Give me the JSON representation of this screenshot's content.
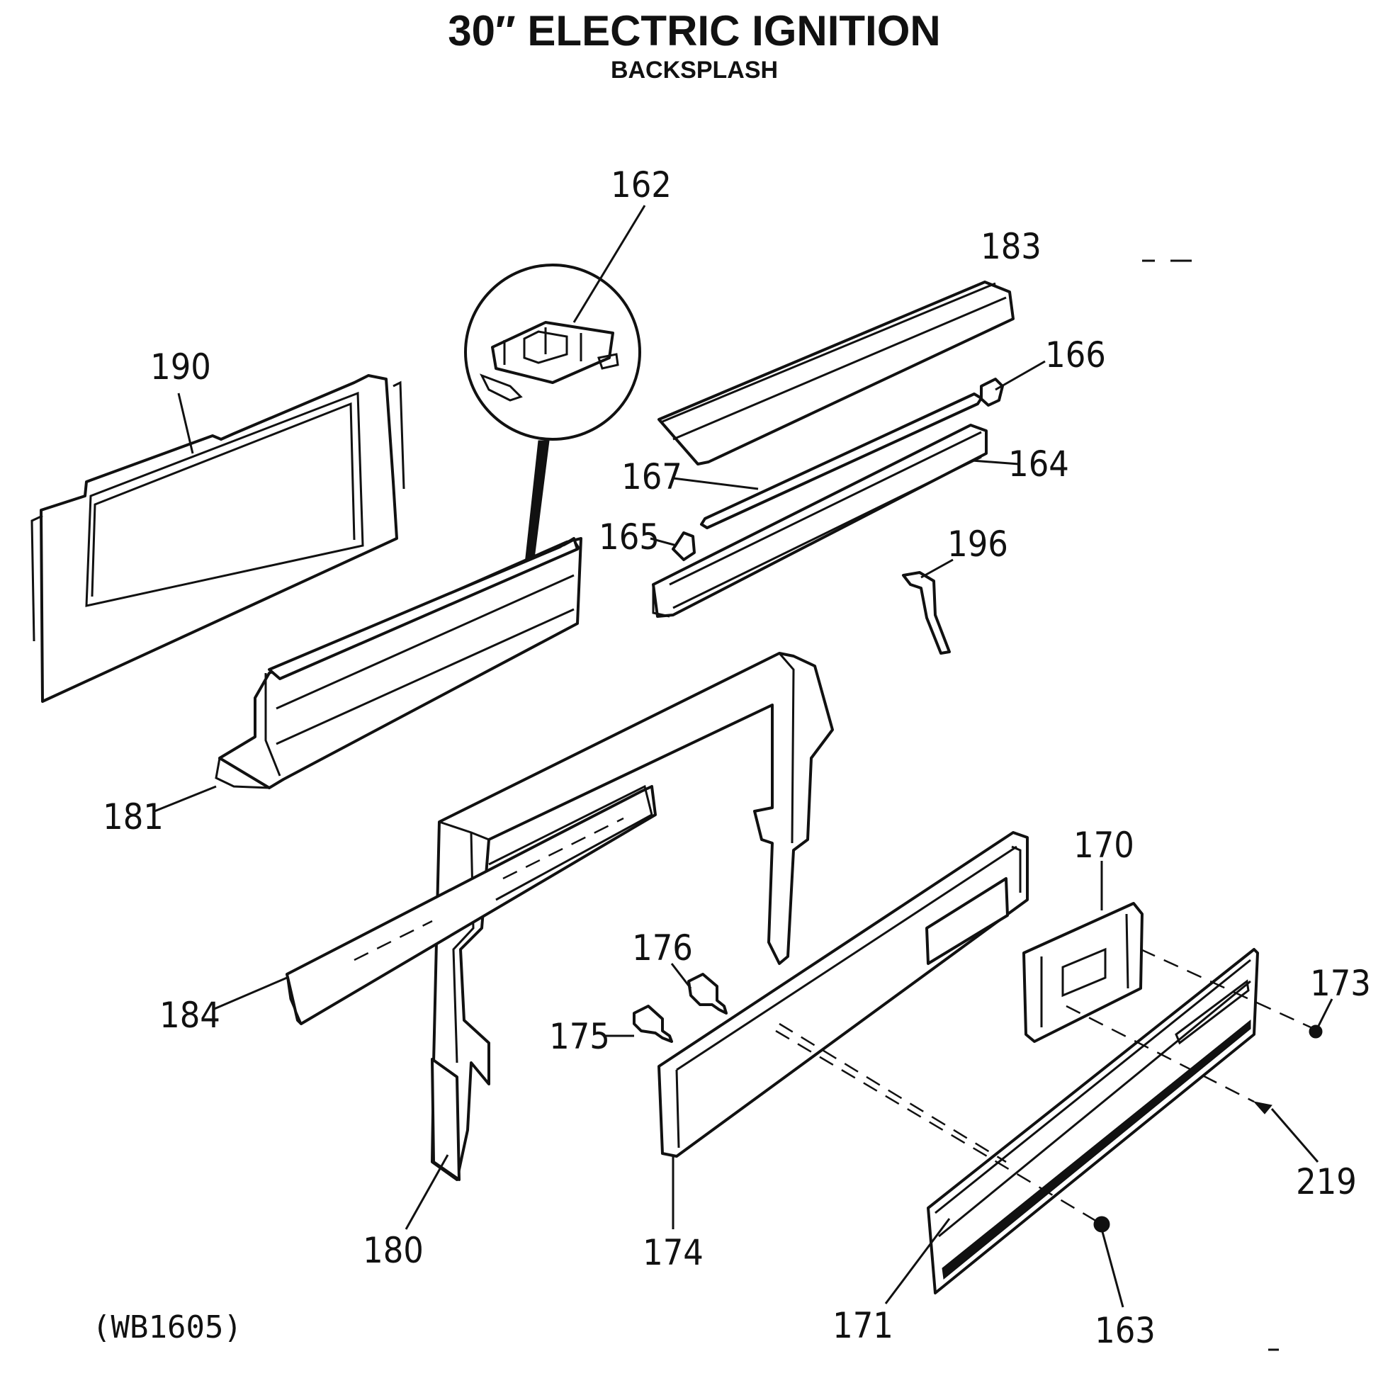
{
  "header": {
    "title": "30″ ELECTRIC IGNITION",
    "subtitle": "BACKSPLASH"
  },
  "reference_code": "(WB1605)",
  "callouts": [
    {
      "id": "c162",
      "label": "162"
    },
    {
      "id": "c183",
      "label": "183"
    },
    {
      "id": "c190",
      "label": "190"
    },
    {
      "id": "c166",
      "label": "166"
    },
    {
      "id": "c167",
      "label": "167"
    },
    {
      "id": "c164",
      "label": "164"
    },
    {
      "id": "c165",
      "label": "165"
    },
    {
      "id": "c196",
      "label": "196"
    },
    {
      "id": "c181",
      "label": "181"
    },
    {
      "id": "c170",
      "label": "170"
    },
    {
      "id": "c176",
      "label": "176"
    },
    {
      "id": "c173",
      "label": "173"
    },
    {
      "id": "c175",
      "label": "175"
    },
    {
      "id": "c184",
      "label": "184"
    },
    {
      "id": "c219",
      "label": "219"
    },
    {
      "id": "c180",
      "label": "180"
    },
    {
      "id": "c174",
      "label": "174"
    },
    {
      "id": "c171",
      "label": "171"
    },
    {
      "id": "c163",
      "label": "163"
    }
  ]
}
